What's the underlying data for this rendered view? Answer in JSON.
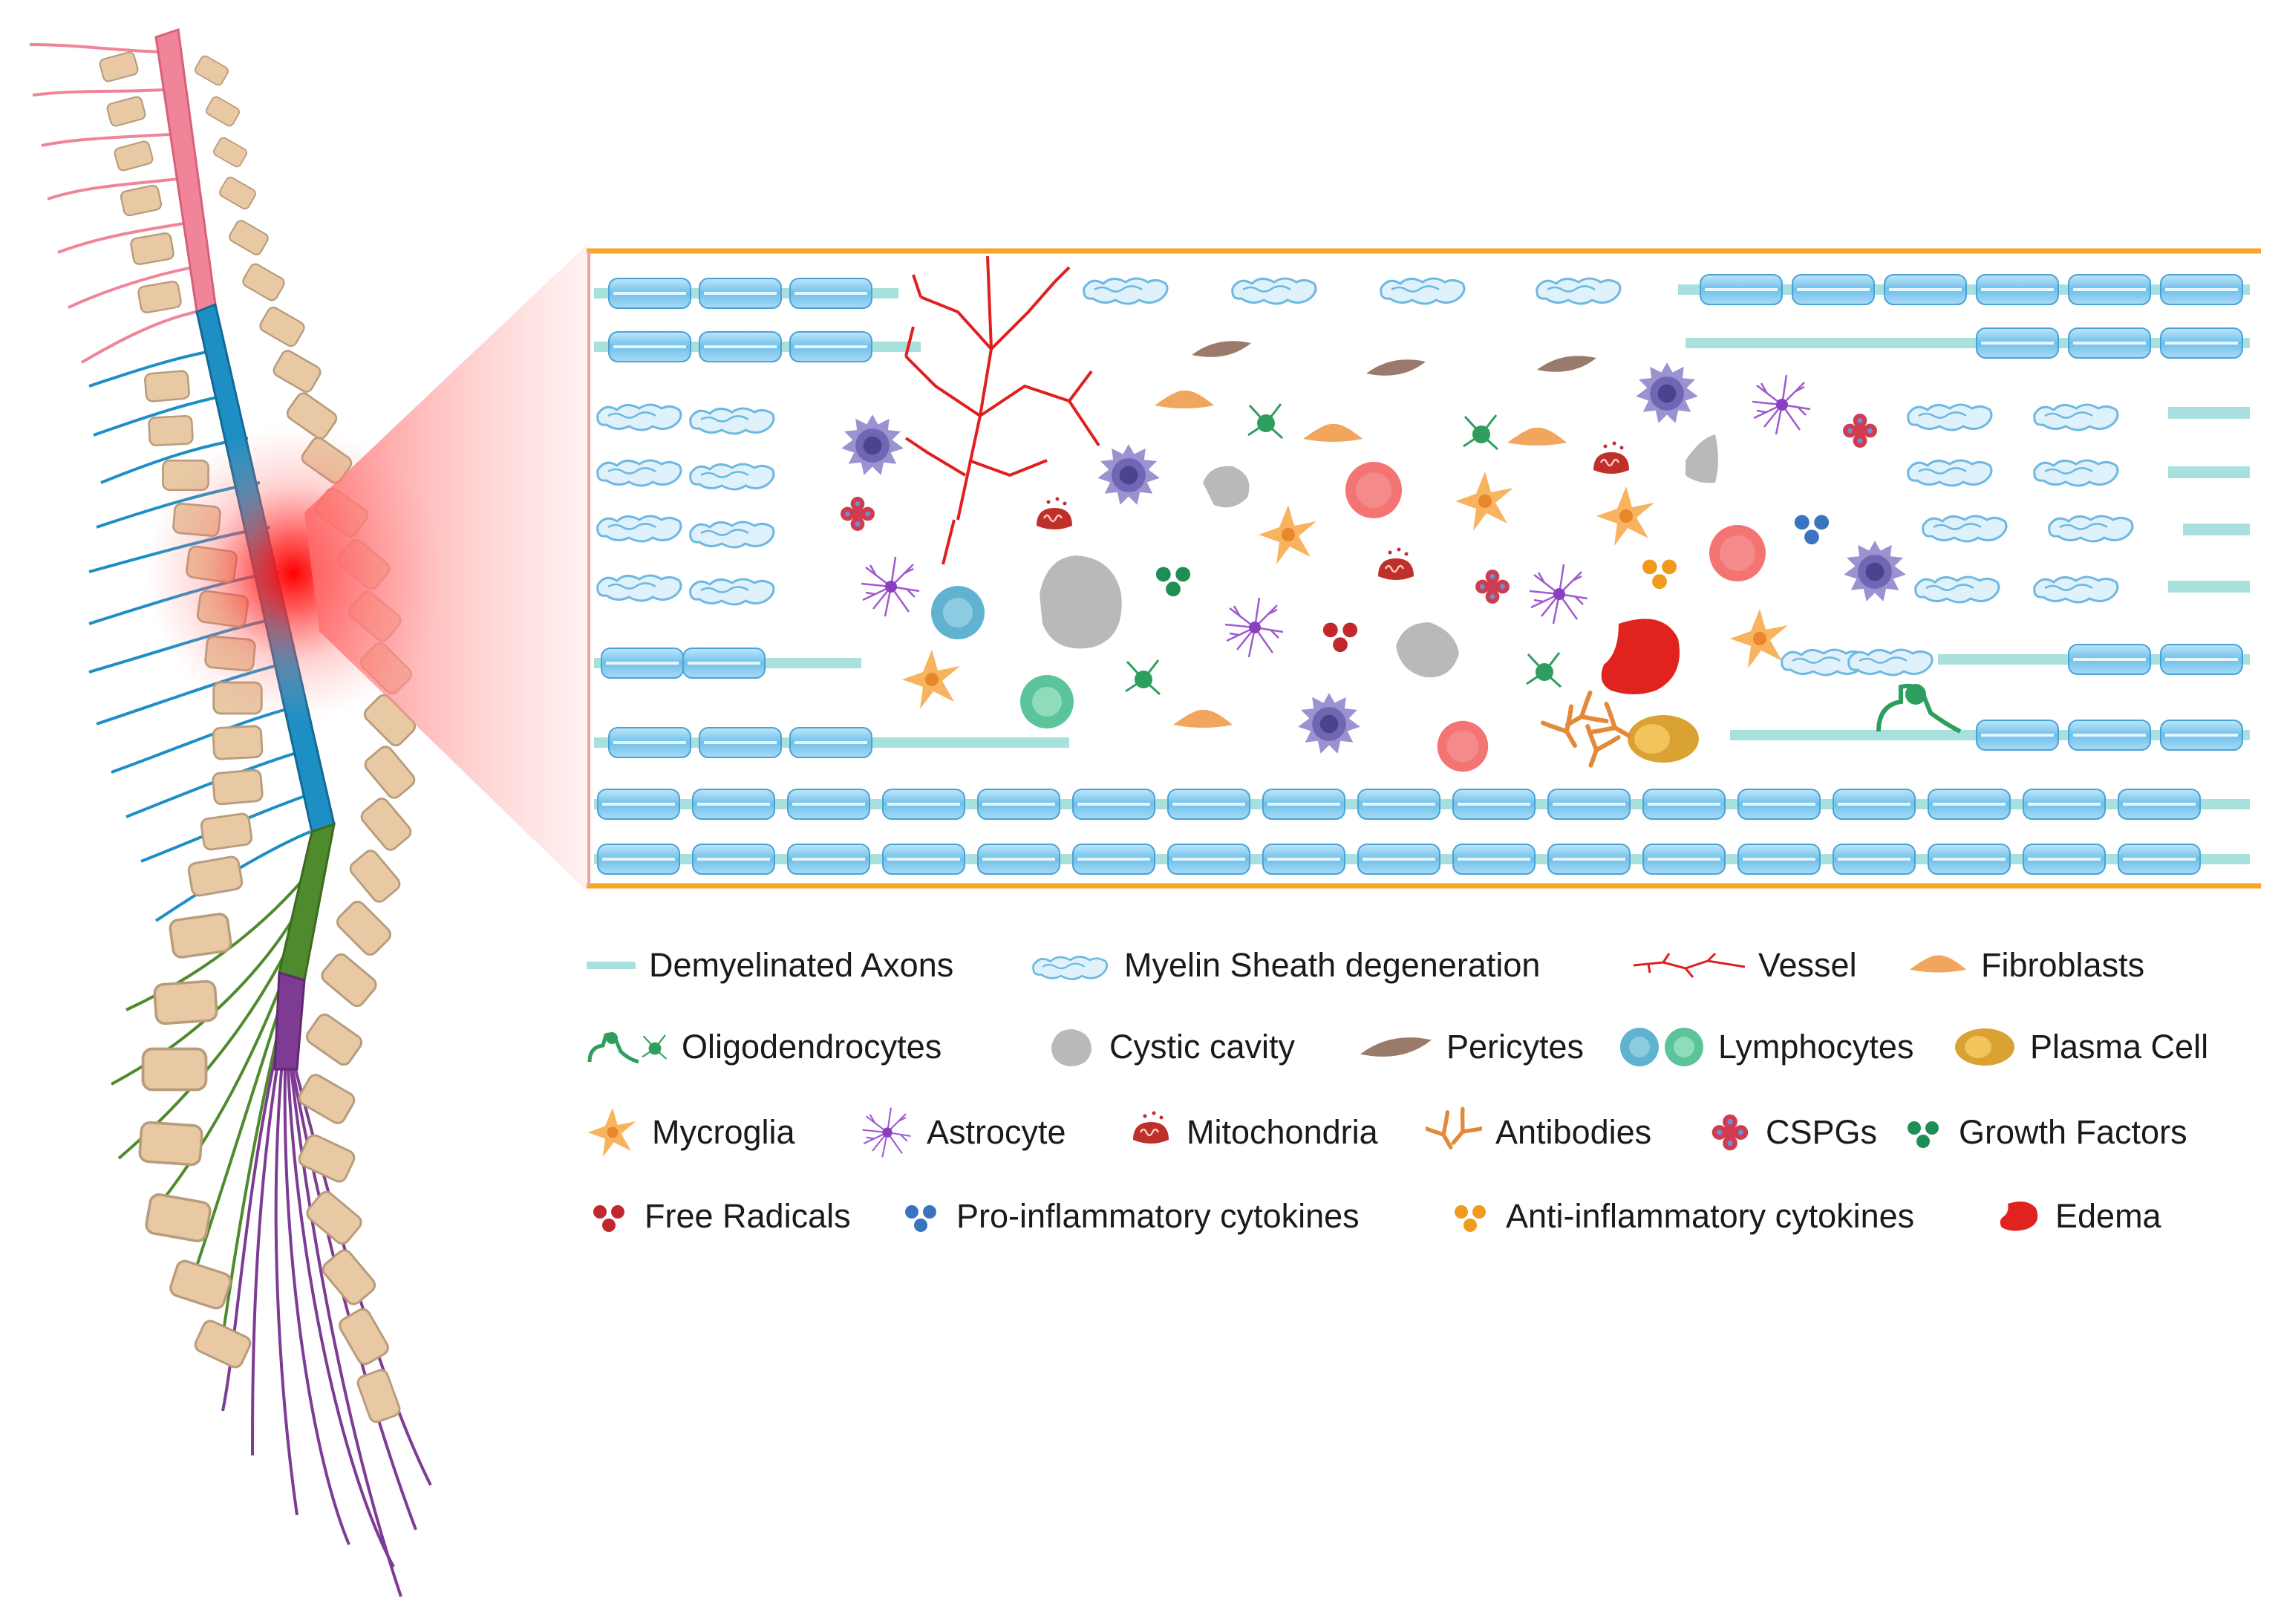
{
  "legend": {
    "rows": [
      [
        {
          "label": "Demyelinated Axons",
          "icon": "axon-line-icon"
        },
        {
          "label": "Myelin Sheath degeneration",
          "icon": "myelin-degeneration-icon"
        },
        {
          "label": "Vessel",
          "icon": "vessel-icon"
        },
        {
          "label": "Fibroblasts",
          "icon": "fibroblast-icon"
        }
      ],
      [
        {
          "label": "Oligodendrocytes",
          "icon": "oligodendrocyte-icon"
        },
        {
          "label": "Cystic cavity",
          "icon": "cystic-cavity-icon"
        },
        {
          "label": "Pericytes",
          "icon": "pericyte-icon"
        },
        {
          "label": "Lymphocytes",
          "icon": "lymphocyte-icon"
        },
        {
          "label": "Plasma Cell",
          "icon": "plasma-cell-icon"
        }
      ],
      [
        {
          "label": "Mycroglia",
          "icon": "microglia-icon"
        },
        {
          "label": "Astrocyte",
          "icon": "astrocyte-icon"
        },
        {
          "label": "Mitochondria",
          "icon": "mitochondria-icon"
        },
        {
          "label": "Antibodies",
          "icon": "antibody-icon"
        },
        {
          "label": "CSPGs",
          "icon": "cspg-icon"
        },
        {
          "label": "Growth Factors",
          "icon": "growth-factor-icon"
        }
      ],
      [
        {
          "label": "Free Radicals",
          "icon": "free-radical-icon"
        },
        {
          "label": "Pro-inflammatory cytokines",
          "icon": "pro-inflammatory-icon"
        },
        {
          "label": "Anti-inflammatory cytokines",
          "icon": "anti-inflammatory-icon"
        },
        {
          "label": "Edema",
          "icon": "edema-icon"
        }
      ]
    ]
  },
  "colors": {
    "spinal_cervical": "#f0859a",
    "spinal_thoracic": "#1d8fc4",
    "spinal_lumbar": "#4f8a2d",
    "spinal_sacral": "#7d3b93",
    "vertebra": "#e8c9a4",
    "vertebra_outline": "#b89c7c",
    "injury": "#ff1e1e",
    "frame_border": "#f5a623",
    "axon": "#a8e0de",
    "myelin": "#5fb6e6",
    "vessel": "#e01f1f",
    "fibroblast": "#f2a55c",
    "oligodendrocyte": "#2e9e5e",
    "cystic": "#b9b9b9",
    "pericyte": "#9a7b6b",
    "lymphocyte_blue": "#5fb3d0",
    "lymphocyte_green": "#5cc49a",
    "plasma_cell": "#d9a233",
    "microglia": "#f7b35e",
    "astrocyte": "#a05ad0",
    "mitochondria": "#c0302a",
    "antibody": "#e38a3a",
    "cspg": "#d03c4f",
    "growth_factor": "#1e8f54",
    "free_radical": "#c0282e",
    "pro_inflammatory": "#3a73c0",
    "anti_inflammatory": "#f09a1e",
    "edema": "#e0231f",
    "macrophage": "#8a80c6",
    "red_cell": "#f06a6a"
  }
}
